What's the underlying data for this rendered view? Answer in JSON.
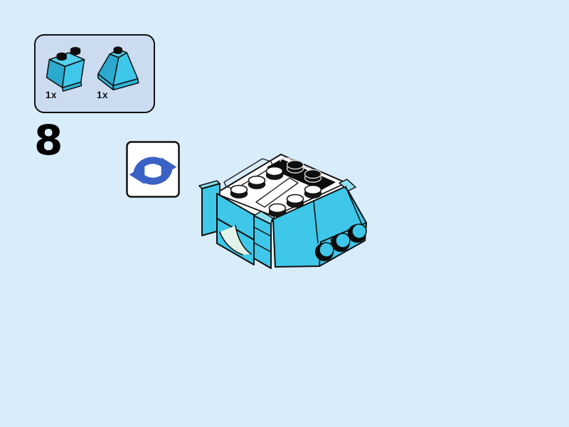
{
  "page": {
    "background_color": "#D9ECF9"
  },
  "step": {
    "number": "8"
  },
  "parts_callout": {
    "background_color": "#CBDCF1",
    "parts": [
      {
        "quantity_label": "1x",
        "piece_name": "slope-brick-2x2-azure",
        "color": "#3EC7E8"
      },
      {
        "quantity_label": "1x",
        "piece_name": "corner-slope-brick-2x2-azure",
        "color": "#3EC7E8"
      }
    ]
  },
  "rotate_indicator": {
    "icon_name": "rotate-model-icon",
    "arrow_color": "#3A62C4",
    "box_color": "#FFFFFF"
  },
  "model_illustration": {
    "colors": {
      "azure": "#3EC7E8",
      "azure_light": "#8FDFF2",
      "white": "#FFFFFF",
      "black": "#0D0D0D",
      "arch_underside": "#E2F3E9",
      "outline": "#111111"
    },
    "top_white_stud_count": 6,
    "top_black_stud_count": 2,
    "side_stud_count": 3
  }
}
